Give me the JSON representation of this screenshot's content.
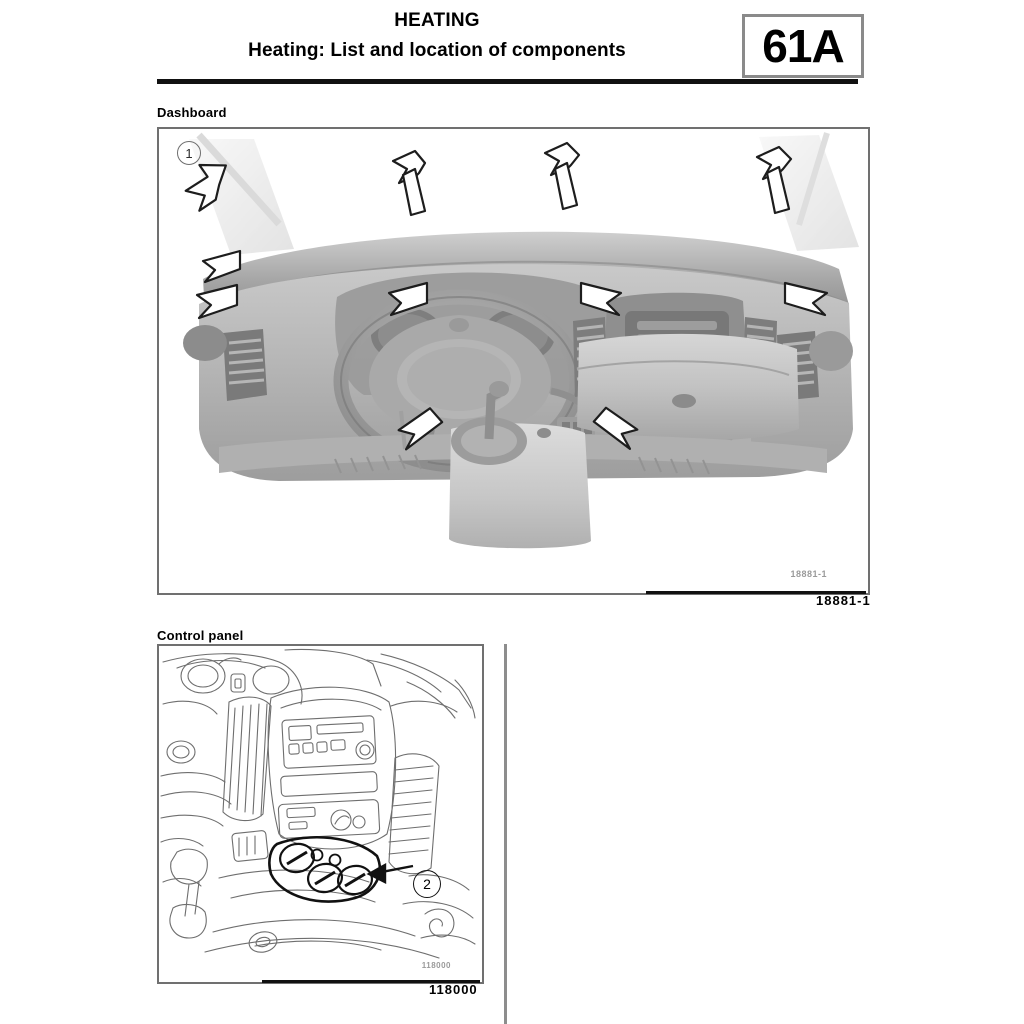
{
  "document": {
    "header": {
      "title": "HEATING",
      "subtitle": "Heating: List and location of components",
      "section_code": "61A"
    },
    "sections": [
      {
        "label": "Dashboard",
        "callout": "1",
        "figure_number": "18881-1",
        "figure_watermark": "18881-1"
      },
      {
        "label": "Control panel",
        "callout": "2",
        "figure_number": "118000",
        "figure_watermark": "118000"
      }
    ]
  },
  "colors": {
    "rule": "#111111",
    "frame_border": "#707070",
    "code_box_border": "#8a8a8a",
    "watermark": "#9a9a9a"
  }
}
